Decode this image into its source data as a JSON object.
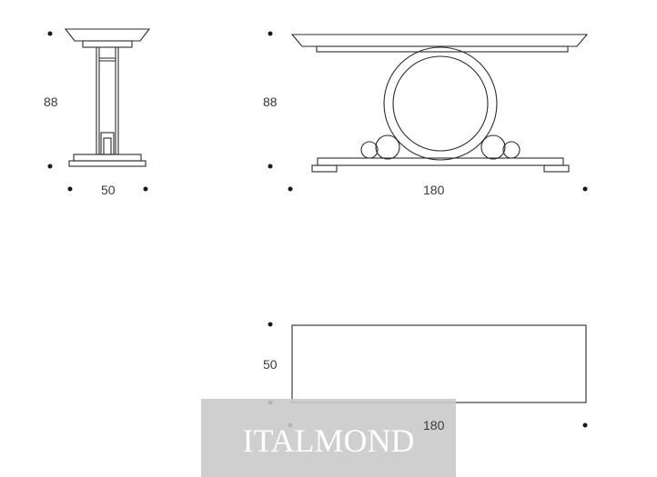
{
  "dimensions": {
    "side_height": "88",
    "side_depth": "50",
    "front_height": "88",
    "front_width": "180",
    "top_depth": "50",
    "top_width": "180"
  },
  "watermark": {
    "text": "ITALMOND"
  },
  "colors": {
    "line": "#2b2b2b",
    "watermark_bg": "#c8c8c8",
    "watermark_text": "#ffffff"
  }
}
